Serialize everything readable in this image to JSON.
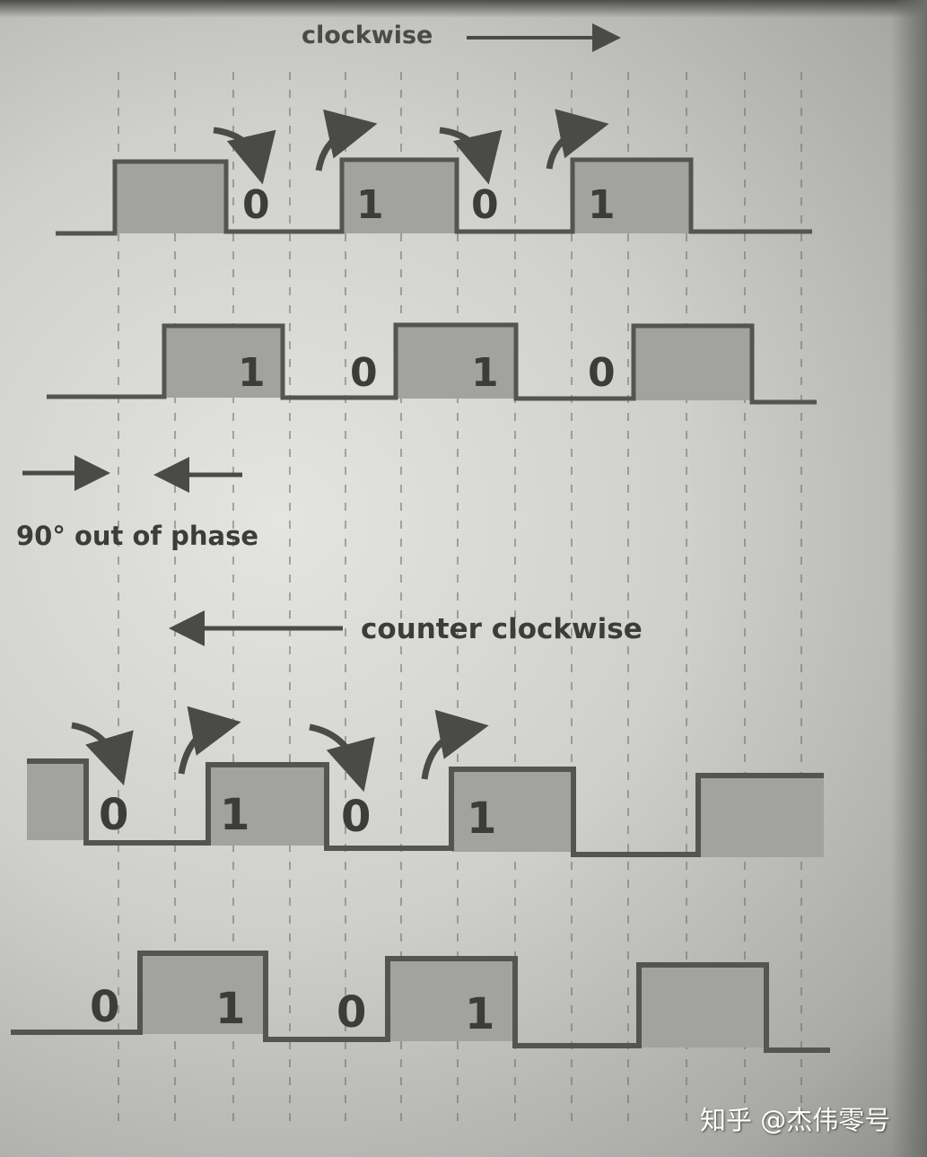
{
  "labels": {
    "clockwise": "clockwise",
    "phase": "90° out of phase",
    "counter_clockwise": "counter clockwise"
  },
  "watermark": "知乎 @杰伟零号",
  "colors": {
    "line": "#545452",
    "fill": "#a2a2a0",
    "text": "#3c3c3a"
  },
  "bits": {
    "cw_channel_a": [
      "0",
      "1",
      "0",
      "1"
    ],
    "cw_channel_b": [
      "1",
      "0",
      "1",
      "0"
    ],
    "ccw_channel_a": [
      "0",
      "1",
      "0",
      "1"
    ],
    "ccw_channel_b": [
      "0",
      "1",
      "0",
      "1"
    ]
  }
}
